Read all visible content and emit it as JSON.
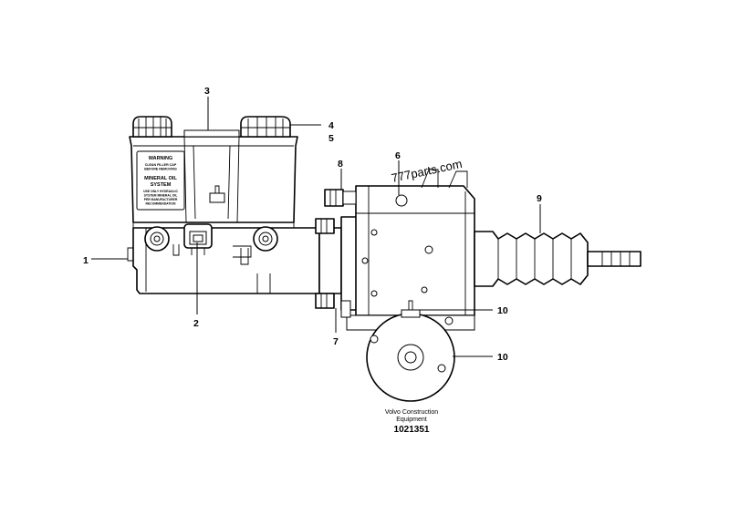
{
  "callouts": {
    "c1": "1",
    "c2": "2",
    "c3": "3",
    "c4": "4",
    "c5": "5",
    "c6": "6",
    "c7": "7",
    "c8": "8",
    "c9": "9",
    "c10a": "10",
    "c10b": "10"
  },
  "warning_label": {
    "title": "WARNING",
    "line1": "CLEAN FILLER CAP",
    "line2": "BEFORE REMOVING",
    "heading1": "MINERAL OIL",
    "heading2": "SYSTEM",
    "fine1": "USE ONLY HYDRAULIC",
    "fine2": "SYSTEM MINERAL OIL",
    "fine3": "PER MANUFACTURER",
    "fine4": "RECOMMENDATION"
  },
  "watermark": "777parts.com",
  "caption": {
    "line1": "Volvo Construction",
    "line2": "Equipment",
    "number": "1021351"
  }
}
